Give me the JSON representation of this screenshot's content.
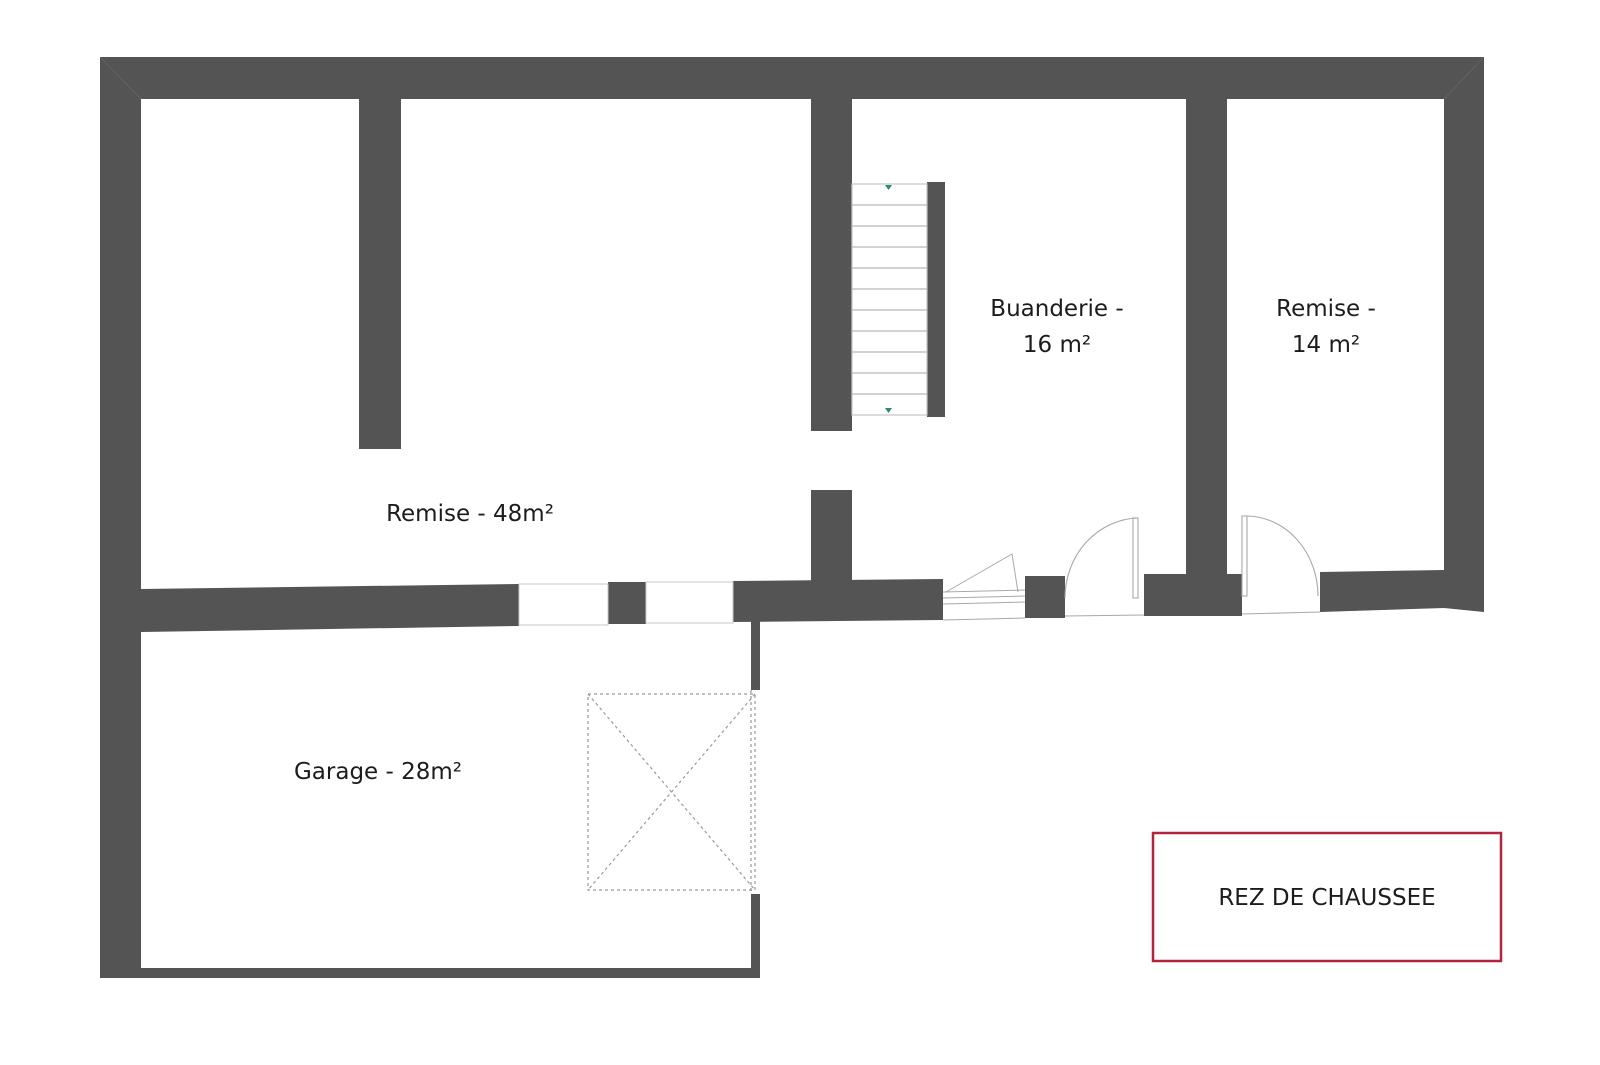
{
  "plan": {
    "rooms": [
      {
        "id": "remise-48",
        "lines": [
          "Remise - 48m²"
        ]
      },
      {
        "id": "buanderie-16",
        "lines": [
          "Buanderie -",
          "16 m²"
        ]
      },
      {
        "id": "remise-14",
        "lines": [
          "Remise -",
          "14 m²"
        ]
      },
      {
        "id": "garage-28",
        "lines": [
          "Garage - 28m²"
        ]
      }
    ],
    "floor_label": "REZ DE CHAUSSEE"
  },
  "colors": {
    "wall": "#545454",
    "background": "#ffffff",
    "label": "#1c1c1c",
    "badge_border": "#b3253f",
    "thin_line": "#9a9a9a",
    "stair_marker": "#2e8b6a"
  }
}
